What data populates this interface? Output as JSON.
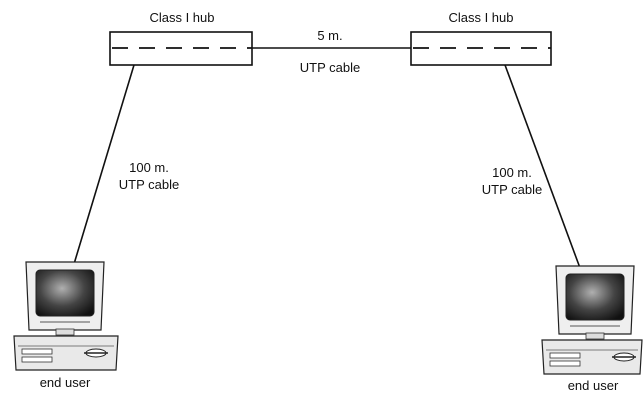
{
  "hubs": {
    "left": {
      "label": "Class I hub"
    },
    "right": {
      "label": "Class I hub"
    }
  },
  "link_between_hubs": {
    "length": "5 m.",
    "cable": "UTP cable"
  },
  "link_left_user": {
    "length": "100 m.",
    "cable": "UTP cable"
  },
  "link_right_user": {
    "length": "100 m.",
    "cable": "UTP cable"
  },
  "users": {
    "left": {
      "label": "end user"
    },
    "right": {
      "label": "end user"
    }
  },
  "colors": {
    "line": "#111111",
    "hub_fill": "#ffffff",
    "screen_dark": "#1a1a1a",
    "case_fill": "#e9e9e9"
  },
  "icons": {
    "hub": "hub-icon",
    "computer": "desktop-computer-icon"
  }
}
